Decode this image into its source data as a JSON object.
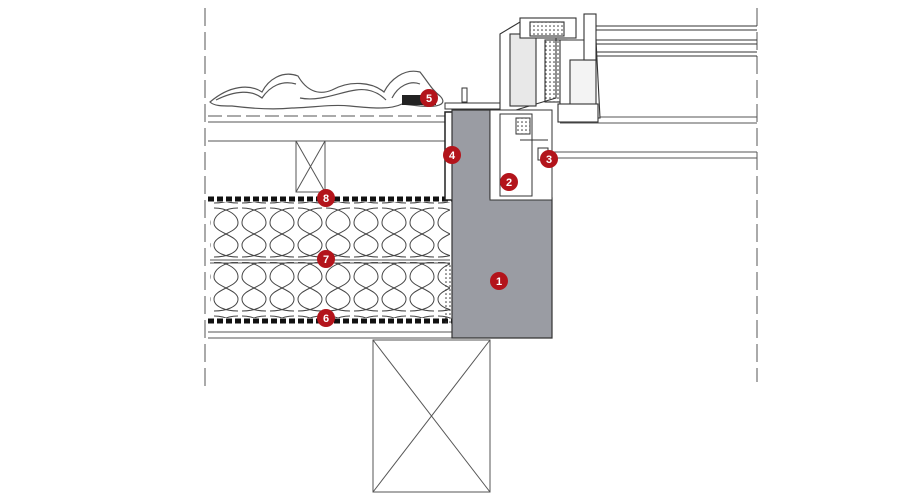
{
  "colors": {
    "background": "#ffffff",
    "line": "#3a3a3a",
    "concrete_fill": "#9a9ca3",
    "callout_fill": "#b3141b",
    "callout_text": "#ffffff",
    "hatch": "#555555"
  },
  "callouts": [
    {
      "id": "1",
      "label": "1"
    },
    {
      "id": "2",
      "label": "2"
    },
    {
      "id": "3",
      "label": "3"
    },
    {
      "id": "4",
      "label": "4"
    },
    {
      "id": "5",
      "label": "5"
    },
    {
      "id": "6",
      "label": "6"
    },
    {
      "id": "7",
      "label": "7"
    },
    {
      "id": "8",
      "label": "8"
    }
  ]
}
